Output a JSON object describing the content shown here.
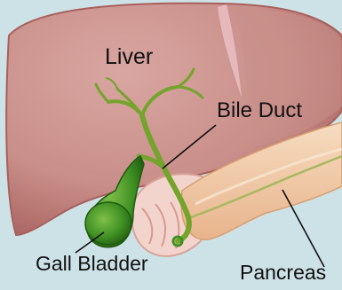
{
  "labels": {
    "liver": "Liver",
    "bile_duct": "Bile Duct",
    "gall_bladder": "Gall Bladder",
    "pancreas": "Pancreas"
  },
  "colors": {
    "background": "#cde2e6",
    "liver": "#c98f8a",
    "liver_edge": "#a8605c",
    "gall_bladder": "#3f8f22",
    "bile_duct": "#74a42c",
    "pancreas": "#f1c9a4",
    "duodenum": "#f3d4cc"
  }
}
